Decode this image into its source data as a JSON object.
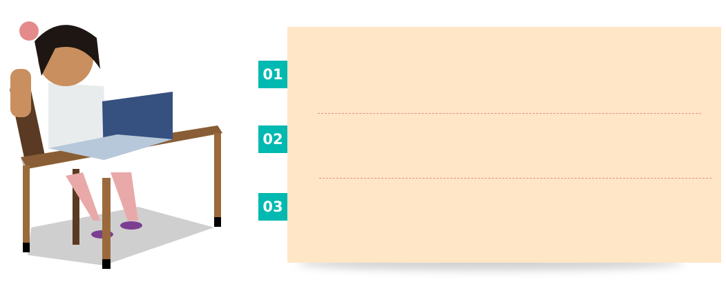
{
  "items": [
    {
      "number": "01"
    },
    {
      "number": "02"
    },
    {
      "number": "03"
    }
  ],
  "colors": {
    "badge": "#00b9b1",
    "panel": "#fee6c6",
    "divider": "#ec8a7e"
  }
}
